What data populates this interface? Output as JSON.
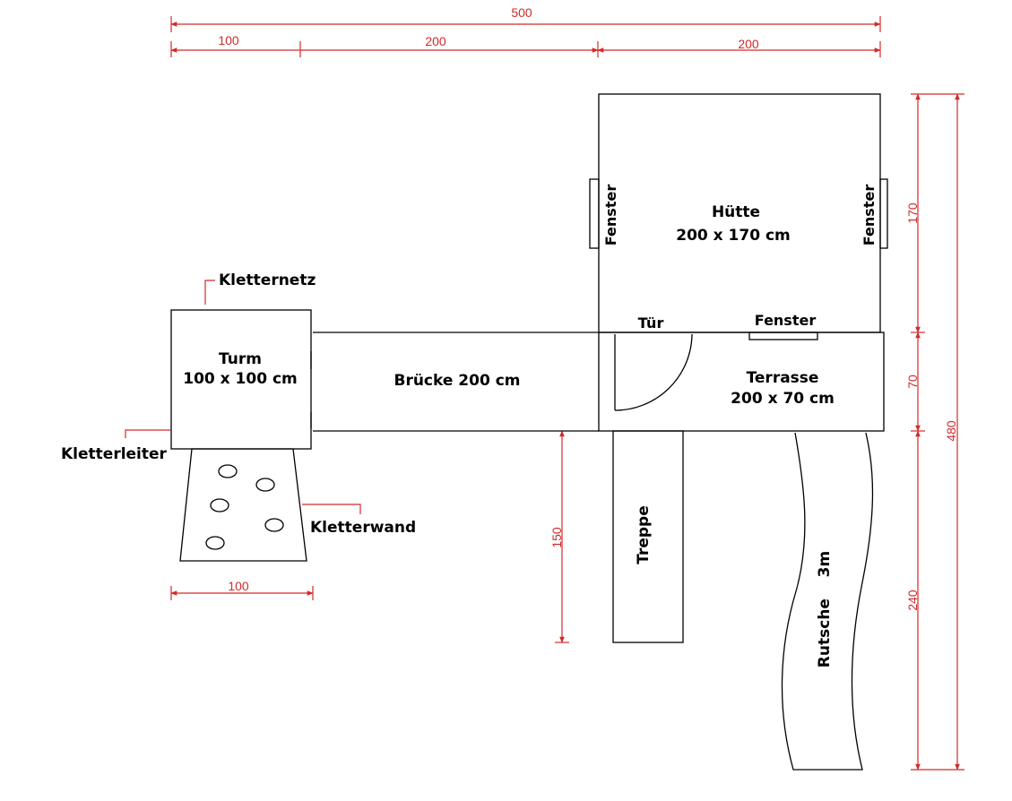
{
  "labels": {
    "huette_name": "Hütte",
    "huette_size": "200 x 170 cm",
    "fenster_left": "Fenster",
    "fenster_right": "Fenster",
    "fenster_bottom": "Fenster",
    "tuer": "Tür",
    "terrasse_name": "Terrasse",
    "terrasse_size": "200 x 70 cm",
    "turm_name": "Turm",
    "turm_size": "100 x 100 cm",
    "bruecke": "Brücke  200 cm",
    "kletternetz": "Kletternetz",
    "kletterleiter": "Kletterleiter",
    "kletterwand": "Kletterwand",
    "treppe": "Treppe",
    "rutsche": "Rutsche    3m"
  },
  "dimensions": {
    "total_width": "500",
    "seg_100": "100",
    "seg_200_mid": "200",
    "seg_200_right": "200",
    "wall_width": "100",
    "huette_height": "170",
    "terrasse_height": "70",
    "total_height": "480",
    "rutsche_height": "240",
    "treppe_height": "150"
  },
  "colors": {
    "dimension": "#d22a2a",
    "outline": "#000000",
    "background": "#ffffff"
  }
}
